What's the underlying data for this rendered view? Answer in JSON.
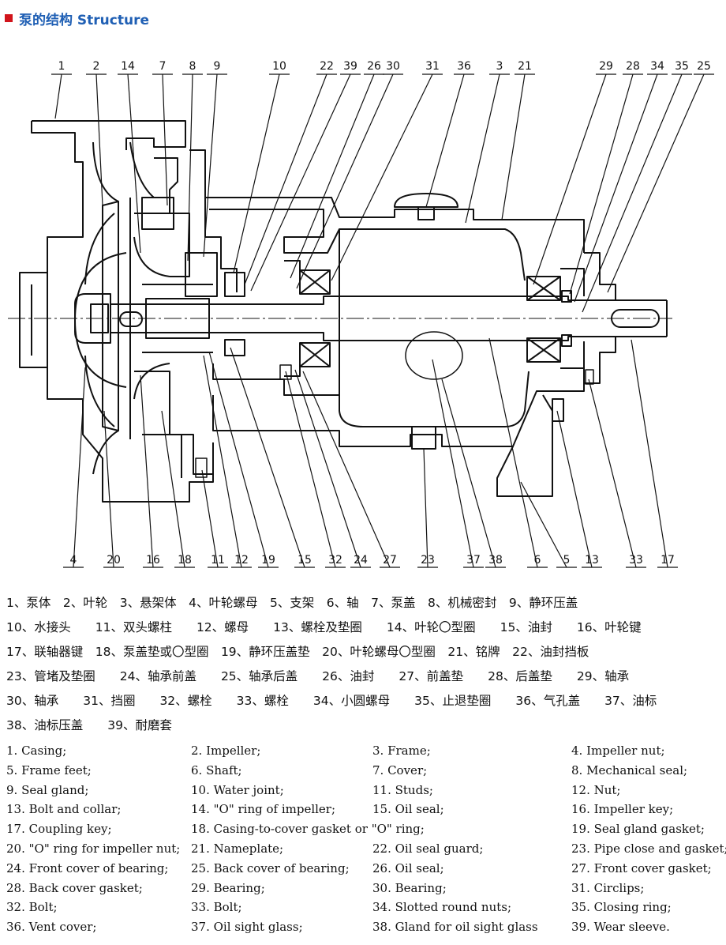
{
  "header": {
    "title": "泵的结构 Structure"
  },
  "callouts": [
    "1",
    "2",
    "14",
    "7",
    "8",
    "9",
    "10",
    "22",
    "39",
    "26",
    "30",
    "31",
    "36",
    "3",
    "21",
    "29",
    "28",
    "34",
    "35",
    "25",
    "4",
    "20",
    "16",
    "18",
    "11",
    "12",
    "19",
    "15",
    "32",
    "24",
    "27",
    "23",
    "37",
    "38",
    "6",
    "5",
    "13",
    "33",
    "17"
  ],
  "zh_rows": [
    "1、泵体　2、叶轮　3、悬架体　4、叶轮螺母　5、支架　6、轴　7、泵盖　8、机械密封　9、静环压盖",
    "10、水接头　　11、双头螺柱　　12、螺母　　13、螺栓及垫圈　　14、叶轮〇型圈　　15、油封　　16、叶轮键",
    "17、联轴器键　18、泵盖垫或〇型圈　19、静环压盖垫　20、叶轮螺母〇型圈　21、铭牌　22、油封挡板",
    "23、管堵及垫圈　　24、轴承前盖　　25、轴承后盖　　26、油封　　27、前盖垫　　28、后盖垫　　29、轴承",
    "30、轴承　　31、挡圈　　32、螺栓　　33、螺栓　　34、小圆螺母　　35、止退垫圈　　36、气孔盖　　37、油标",
    "38、油标压盖　　39、耐磨套"
  ],
  "en_rows": [
    [
      "1. Casing;",
      "2. Impeller;",
      "3. Frame;",
      "4. Impeller nut;"
    ],
    [
      "5. Frame feet;",
      "6. Shaft;",
      "7. Cover;",
      "8. Mechanical seal;"
    ],
    [
      "9. Seal gland;",
      "10. Water joint;",
      "11. Studs;",
      "12. Nut;"
    ],
    [
      "13. Bolt and collar;",
      "14. \"O\" ring of impeller;",
      "15. Oil seal;",
      "16. Impeller key;"
    ],
    [
      "17. Coupling key;",
      "18. Casing-to-cover gasket or \"O\" ring;",
      "",
      "19. Seal gland gasket;"
    ],
    [
      "20. \"O\" ring for impeller nut;",
      "21. Nameplate;",
      "22. Oil seal guard;",
      "23. Pipe close and gasket;"
    ],
    [
      "24. Front cover of bearing;",
      "25. Back cover of bearing;",
      "26. Oil seal;",
      "27. Front cover gasket;"
    ],
    [
      "28. Back cover gasket;",
      "29. Bearing;",
      "30. Bearing;",
      "31. Circlips;"
    ],
    [
      "32. Bolt;",
      "33. Bolt;",
      "34. Slotted round nuts;",
      "35. Closing ring;"
    ],
    [
      "36. Vent cover;",
      "37. Oil sight glass;",
      "38. Gland for oil sight glass",
      "39. Wear sleeve."
    ]
  ]
}
